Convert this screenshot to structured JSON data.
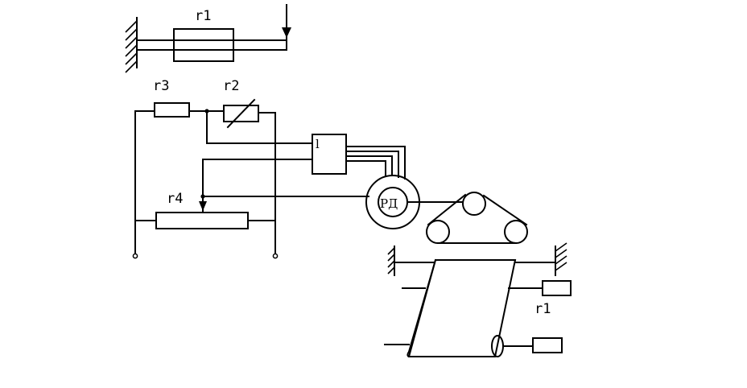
{
  "labels": {
    "r1_top": "r1",
    "r3": "r3",
    "r2": "r2",
    "r4": "r4",
    "amp": "l",
    "motor": "РД",
    "r1_bottom": "r1"
  }
}
